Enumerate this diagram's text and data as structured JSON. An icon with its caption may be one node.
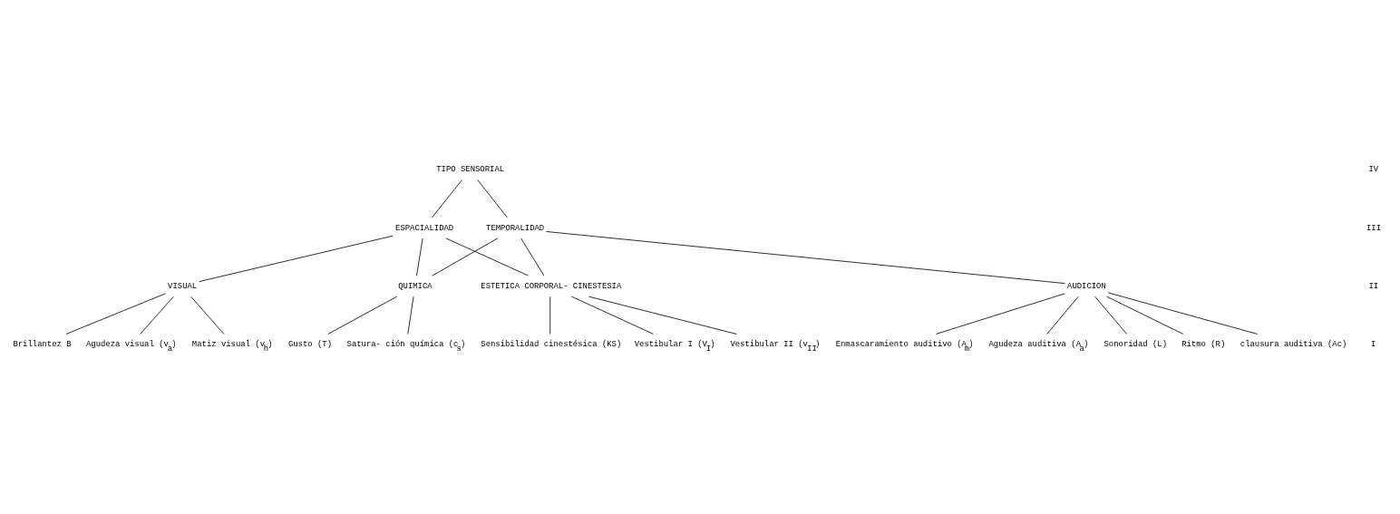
{
  "diagram": {
    "nodes": [
      {
        "text": [
          "TIPO SENSORIAL"
        ]
      },
      {
        "text": [
          "ESPACIALIDAD"
        ]
      },
      {
        "text": [
          "TEMPORALIDAD"
        ]
      },
      {
        "text": [
          "VISUAL"
        ]
      },
      {
        "text": [
          "QUIMICA"
        ]
      },
      {
        "text": [
          "ESTETICA CORPORAL- CINESTESIA"
        ]
      },
      {
        "text": [
          "AUDICION"
        ]
      },
      {
        "text": [
          "Agudeza visual (v$_{a}$)"
        ]
      },
      {
        "text": [
          "Matiz visual (v$_{h}$)"
        ]
      },
      {
        "text": [
          "Brillantez B"
        ]
      },
      {
        "text": [
          "Satura- ción química (c$_{s}$)"
        ]
      },
      {
        "text": [
          "Gusto (T)"
        ]
      },
      {
        "text": [
          "Sensibilidad cinestésica (KS)"
        ]
      },
      {
        "text": [
          "Vestibular I (V$_{I}$)"
        ]
      },
      {
        "text": [
          "Vestibular II (v$_{II}$)"
        ]
      },
      {
        "text": [
          "Sonoridad (L)"
        ]
      },
      {
        "text": [
          "Ritmo (R)"
        ]
      },
      {
        "text": [
          "clausura auditiva (Ac)"
        ]
      },
      {
        "text": [
          "Enmascaramiento auditivo (A$_{m}$)"
        ]
      },
      {
        "text": [
          "Agudeza auditiva (A$_{a}$)"
        ]
      }
    ],
    "edges": [
      {
        "from": 0,
        "to": 1,
        "arrow": "none"
      },
      {
        "from": 0,
        "to": 2,
        "arrow": "none"
      },
      {
        "from": 1,
        "to": 3,
        "arrow": "none"
      },
      {
        "from": 1,
        "to": 4,
        "arrow": "none"
      },
      {
        "from": 1,
        "to": 5,
        "arrow": "none"
      },
      {
        "from": 2,
        "to": 4,
        "arrow": "none"
      },
      {
        "from": 2,
        "to": 5,
        "arrow": "none"
      },
      {
        "from": 2,
        "to": 6,
        "arrow": "none"
      },
      {
        "from": 3,
        "to": 7,
        "arrow": "none"
      },
      {
        "from": 3,
        "to": 8,
        "arrow": "none"
      },
      {
        "from": 3,
        "to": 9,
        "arrow": "none"
      },
      {
        "from": 4,
        "to": 10,
        "arrow": "none"
      },
      {
        "from": 4,
        "to": 11,
        "arrow": "none"
      },
      {
        "from": 5,
        "to": 12,
        "arrow": "none"
      },
      {
        "from": 5,
        "to": 13,
        "arrow": "none"
      },
      {
        "from": 5,
        "to": 14,
        "arrow": "none"
      },
      {
        "from": 6,
        "to": 15,
        "arrow": "none"
      },
      {
        "from": 6,
        "to": 16,
        "arrow": "none"
      },
      {
        "from": 6,
        "to": 17,
        "arrow": "none"
      },
      {
        "from": 6,
        "to": 18,
        "arrow": "none"
      },
      {
        "from": 6,
        "to": 19,
        "arrow": "none"
      }
    ],
    "labels": [
      "IV",
      "III",
      "II",
      "I"
    ]
  }
}
